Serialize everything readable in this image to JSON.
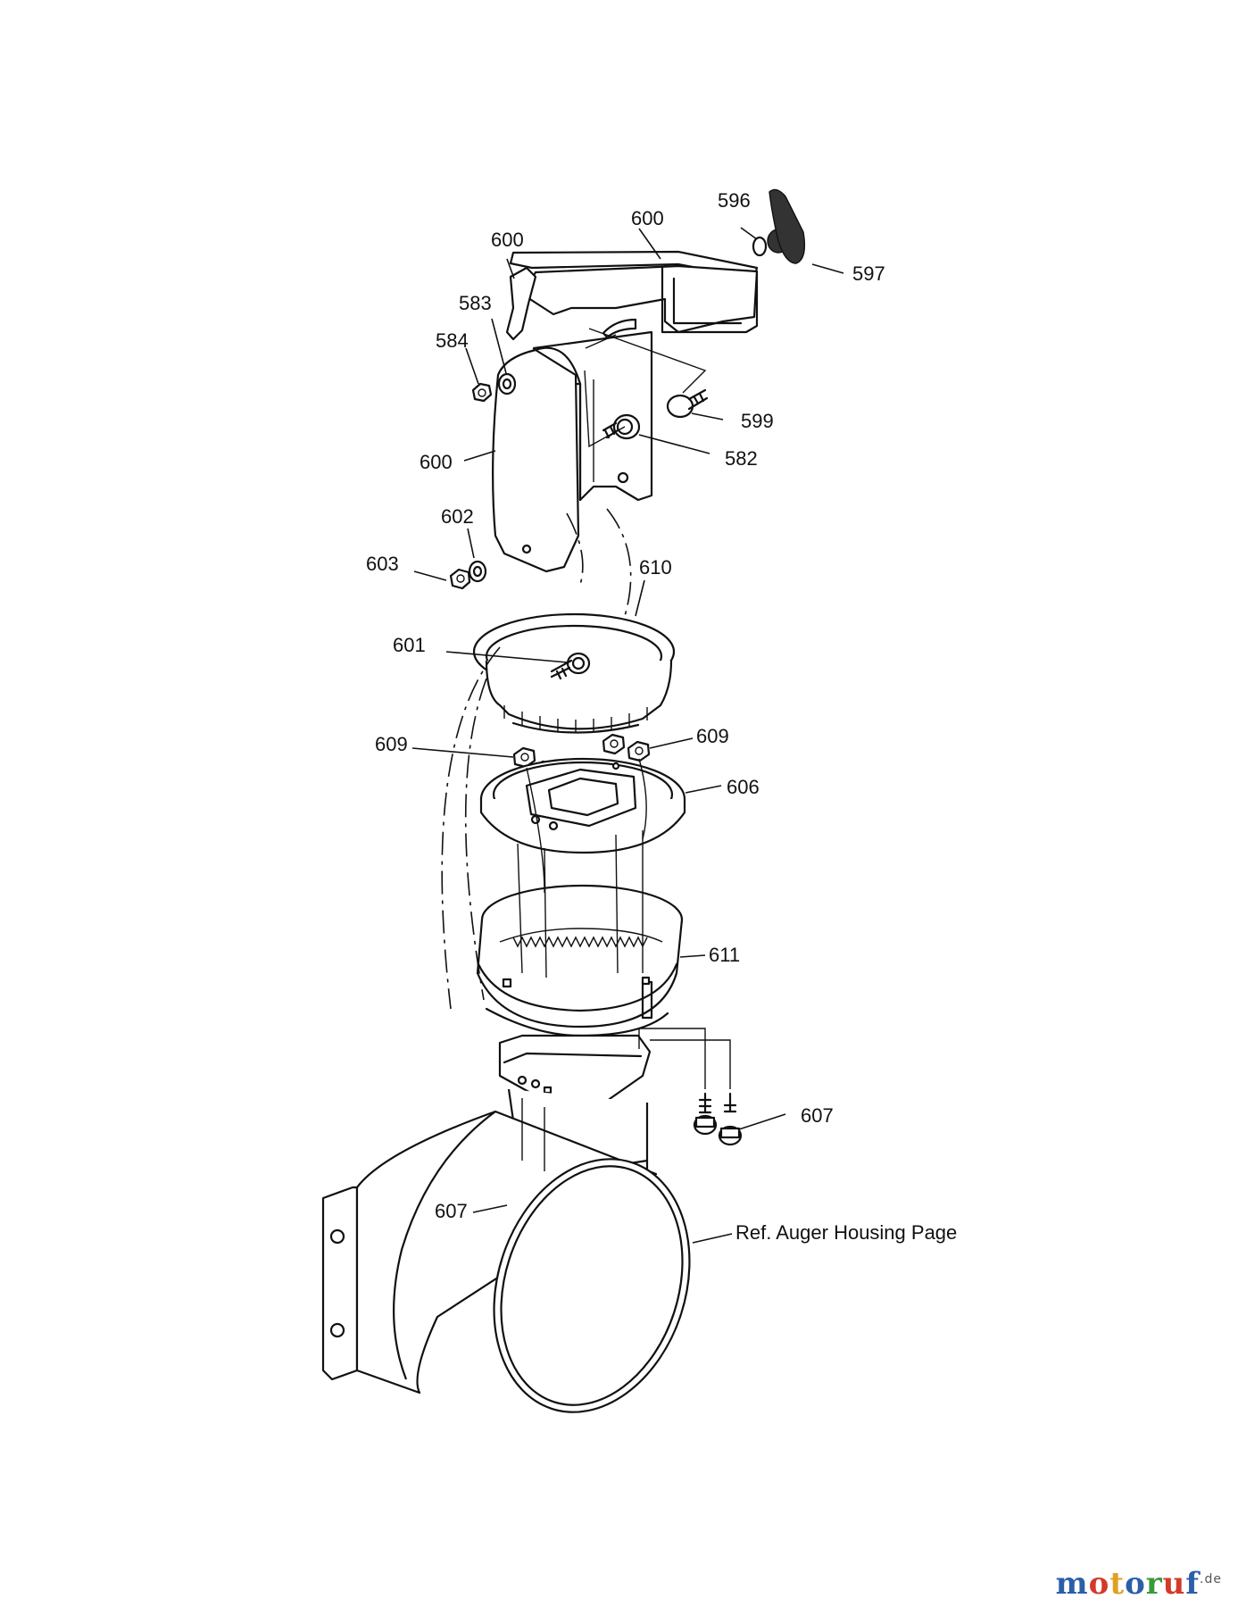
{
  "callouts": [
    {
      "id": "596",
      "text": "596"
    },
    {
      "id": "600a",
      "text": "600"
    },
    {
      "id": "600b",
      "text": "600"
    },
    {
      "id": "597",
      "text": "597"
    },
    {
      "id": "583",
      "text": "583"
    },
    {
      "id": "584",
      "text": "584"
    },
    {
      "id": "599",
      "text": "599"
    },
    {
      "id": "582",
      "text": "582"
    },
    {
      "id": "600c",
      "text": "600"
    },
    {
      "id": "602",
      "text": "602"
    },
    {
      "id": "603",
      "text": "603"
    },
    {
      "id": "610",
      "text": "610"
    },
    {
      "id": "601",
      "text": "601"
    },
    {
      "id": "609a",
      "text": "609"
    },
    {
      "id": "609b",
      "text": "609"
    },
    {
      "id": "606",
      "text": "606"
    },
    {
      "id": "611",
      "text": "611"
    },
    {
      "id": "607a",
      "text": "607"
    },
    {
      "id": "607b",
      "text": "607"
    },
    {
      "id": "ref",
      "text": "Ref. Auger Housing Page"
    }
  ],
  "watermark": {
    "letters": [
      "m",
      "o",
      "t",
      "o",
      "r",
      "u",
      "f"
    ],
    "letter_colors": [
      "#2b5fa8",
      "#d23a2a",
      "#e0a020",
      "#2b5fa8",
      "#3a9a3a",
      "#d23a2a",
      "#2b5fa8"
    ],
    "tld": ".de"
  }
}
